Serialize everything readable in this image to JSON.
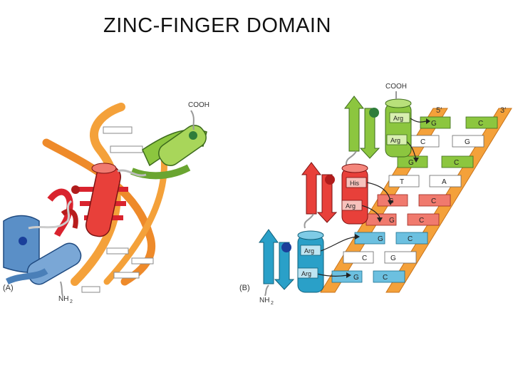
{
  "slide": {
    "title": "ZINC-FINGER DOMAIN"
  },
  "panel_a": {
    "label": "(A)",
    "cooh": "COOH",
    "nh2": "NH",
    "nh2_sub": "2"
  },
  "panel_b": {
    "label": "(B)",
    "cooh": "COOH",
    "nh2": "NH",
    "nh2_sub": "2",
    "five_prime": "5′",
    "three_prime": "3′",
    "residues": [
      "Arg",
      "Arg",
      "His",
      "Arg",
      "Arg",
      "Arg"
    ],
    "base_pairs": [
      {
        "left": "G",
        "right": "C"
      },
      {
        "left": "C",
        "right": "G"
      },
      {
        "left": "G",
        "right": "C"
      },
      {
        "left": "T",
        "right": "A"
      },
      {
        "left": "G",
        "right": "C"
      },
      {
        "left": "G",
        "right": "C"
      },
      {
        "left": "G",
        "right": "C"
      },
      {
        "left": "C",
        "right": "G"
      },
      {
        "left": "G",
        "right": "C"
      }
    ]
  },
  "colors": {
    "finger1": "#8cc63f",
    "finger2": "#e8403a",
    "finger3": "#2aa0c8",
    "backbone": "#f4a13a",
    "zinc1": "#2e7d3a",
    "zinc2": "#b01c1c",
    "zinc3": "#1a3f9a"
  }
}
